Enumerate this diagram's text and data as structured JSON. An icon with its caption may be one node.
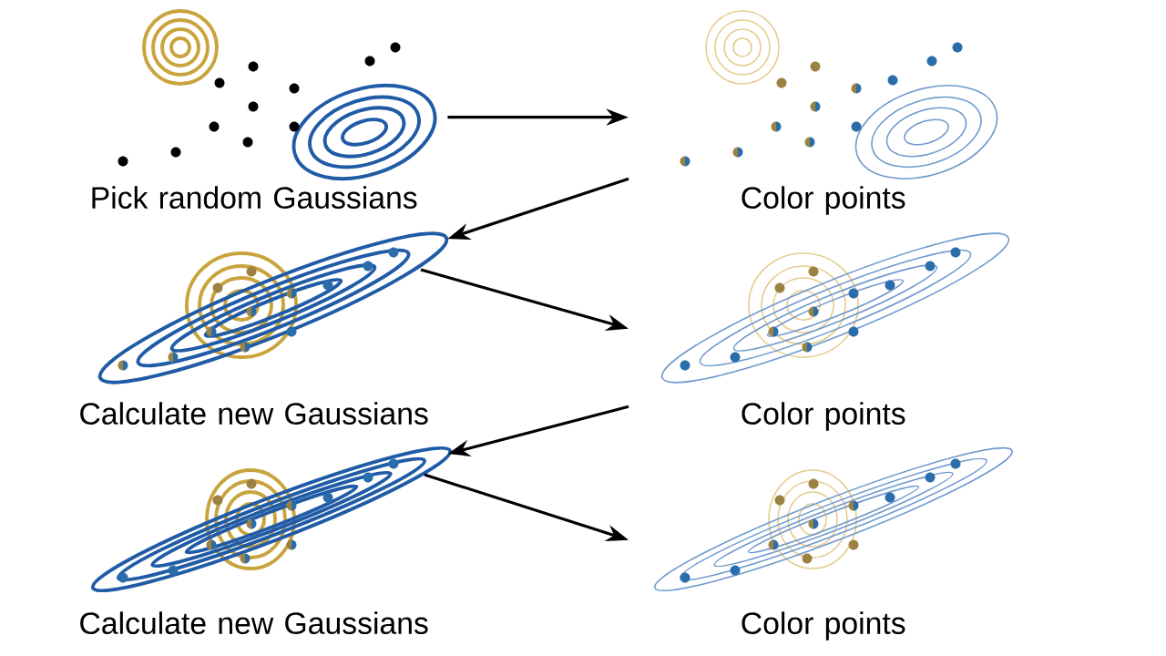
{
  "diagram": {
    "nodes": [
      {
        "text": [
          "Pick random Gaussians"
        ]
      },
      {
        "text": [
          "Color points"
        ]
      },
      {
        "text": [
          "Calculate new Gaussians"
        ]
      },
      {
        "text": [
          "Color points"
        ]
      },
      {
        "text": [
          "Calculate new Gaussians"
        ]
      },
      {
        "text": [
          "Color points"
        ]
      }
    ],
    "edges": [
      {
        "from": 0,
        "to": 1,
        "arrow": "to"
      },
      {
        "from": 1,
        "to": 2,
        "arrow": "to"
      },
      {
        "from": 2,
        "to": 3,
        "arrow": "to"
      },
      {
        "from": 3,
        "to": 4,
        "arrow": "to"
      },
      {
        "from": 4,
        "to": 5,
        "arrow": "to"
      }
    ]
  }
}
